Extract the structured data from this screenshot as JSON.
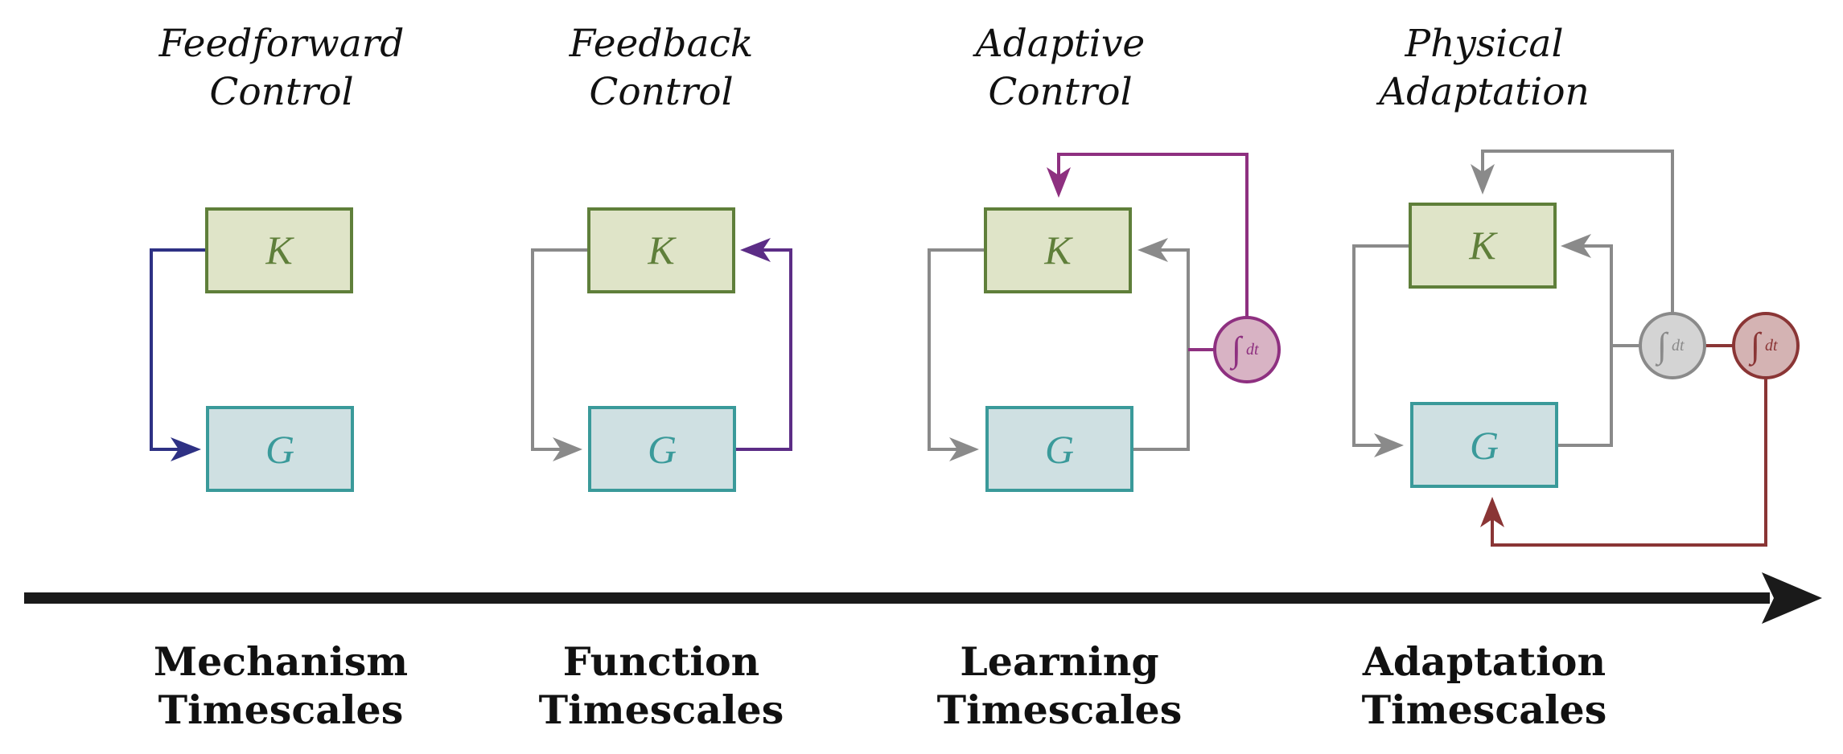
{
  "panels": [
    {
      "title": [
        "Feedforward",
        "Control"
      ],
      "timescale": [
        "Mechanism",
        "Timescales"
      ],
      "K": "K",
      "G": "G"
    },
    {
      "title": [
        "Feedback",
        "Control"
      ],
      "timescale": [
        "Function",
        "Timescales"
      ],
      "K": "K",
      "G": "G"
    },
    {
      "title": [
        "Adaptive",
        "Control"
      ],
      "timescale": [
        "Learning",
        "Timescales"
      ],
      "K": "K",
      "G": "G",
      "integrator": [
        "∫",
        "dt"
      ]
    },
    {
      "title": [
        "Physical",
        "Adaptation"
      ],
      "timescale": [
        "Adaptation",
        "Timescales"
      ],
      "K": "K",
      "G": "G",
      "integrator_grey": [
        "∫",
        "dt"
      ],
      "integrator_red": [
        "∫",
        "dt"
      ]
    }
  ],
  "colors": {
    "k_fill": "#dfe4c8",
    "k_stroke": "#5f7f3a",
    "k_text": "#5f7f3a",
    "g_fill": "#cfe0e2",
    "g_stroke": "#3a9a9a",
    "g_text": "#3a9a9a",
    "grey": "#8a8a8a",
    "navy": "#2e3184",
    "purple": "#5c2d86",
    "magenta": "#8e3080",
    "magenta_fill": "#d8b3c4",
    "red": "#8a3535",
    "red_fill": "#d4b3b3",
    "grey_fill": "#d4d4d4",
    "axis": "#1a1a1a"
  }
}
